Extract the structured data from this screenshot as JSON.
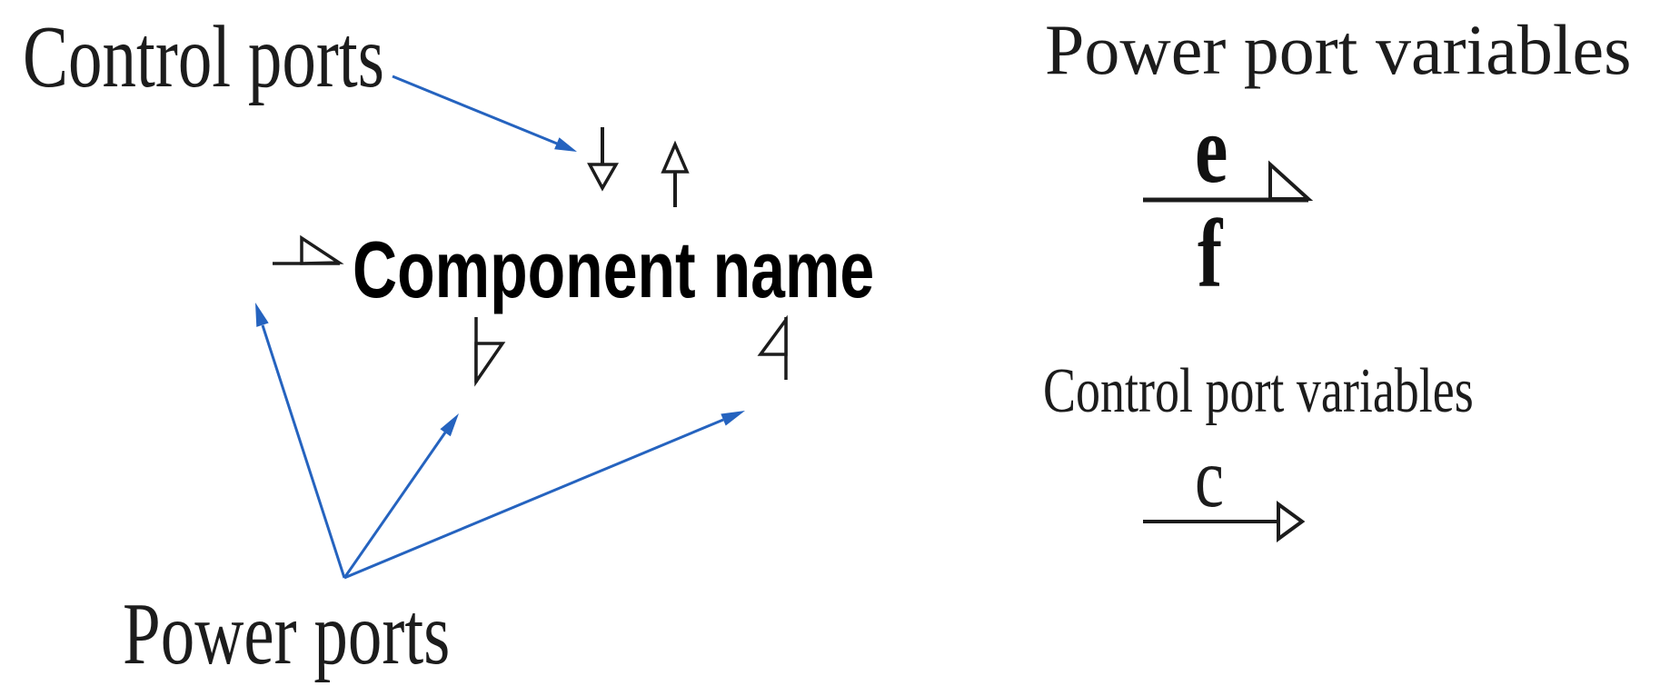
{
  "colors": {
    "annotation_blue": "#2563bf",
    "ink": "#1c1c1c"
  },
  "component": {
    "name": "Component name"
  },
  "annotations": {
    "control_ports": "Control ports",
    "power_ports": "Power ports"
  },
  "legend": {
    "power_heading": "Power port variables",
    "effort": "e",
    "flow": "f",
    "control_heading": "Control port variables",
    "control": "c"
  },
  "icons": {
    "control_input": "down-open-arrow-icon",
    "control_output": "up-open-arrow-icon",
    "power_port_side": "half-arrow-harpoon-icon",
    "power_port_bottom_left": "down-flag-half-arrow-icon",
    "power_port_bottom_right": "mirrored-flag-half-arrow-icon",
    "power_bond": "effort-flow-harpoon-line-icon",
    "control_bond": "open-head-arrow-line-icon",
    "callouts": "blue-callout-arrow-icon"
  }
}
